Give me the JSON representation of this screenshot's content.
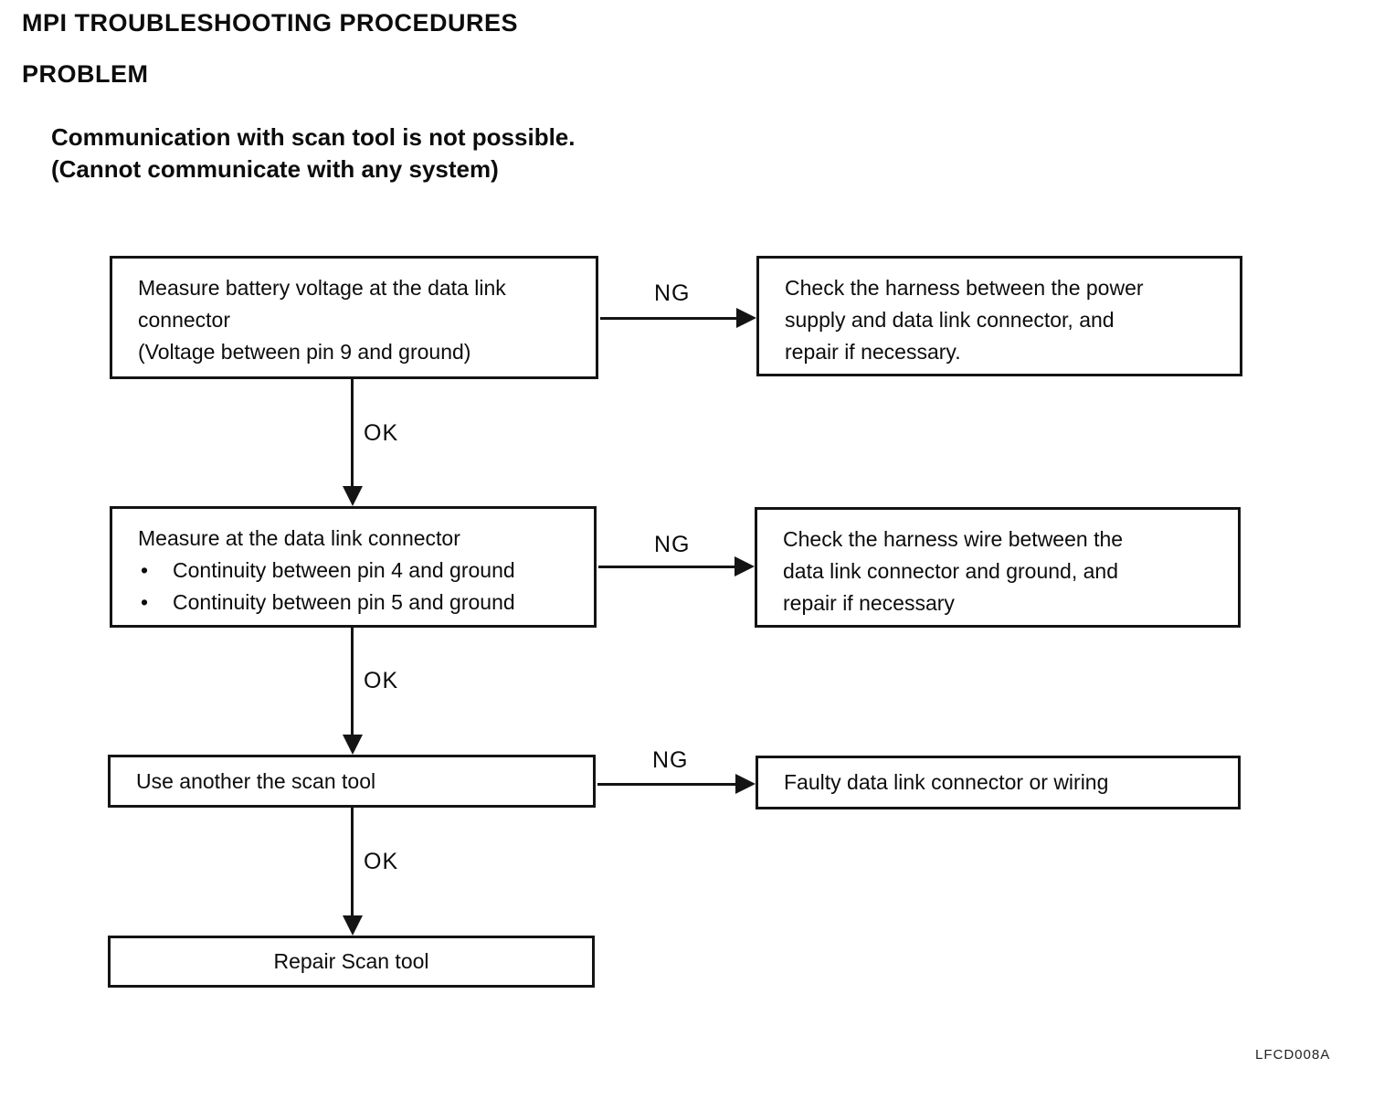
{
  "header": {
    "title": "MPI TROUBLESHOOTING PROCEDURES",
    "section": "PROBLEM",
    "problem": {
      "line1": "Communication with scan tool is not possible.",
      "line2": "(Cannot communicate with any system)"
    }
  },
  "labels": {
    "ok": "OK",
    "ng": "NG",
    "bullet": "•"
  },
  "flow": {
    "step1_lines": [
      "Measure battery voltage at the data link",
      "connector",
      "(Voltage between pin 9 and ground)"
    ],
    "result1_lines": [
      "Check the harness between the power",
      "supply and data link connector, and",
      "repair if necessary."
    ],
    "step2_title": "Measure at the data link connector",
    "step2_bullets": [
      "Continuity between pin 4 and ground",
      "Continuity between pin 5 and ground"
    ],
    "result2_lines": [
      "Check the harness wire between the",
      "data link connector and ground, and",
      "repair if necessary"
    ],
    "step3": "Use another the scan tool",
    "result3": "Faulty data link connector or wiring",
    "step4": "Repair Scan tool"
  },
  "footer": {
    "figure_code": "LFCD008A"
  }
}
